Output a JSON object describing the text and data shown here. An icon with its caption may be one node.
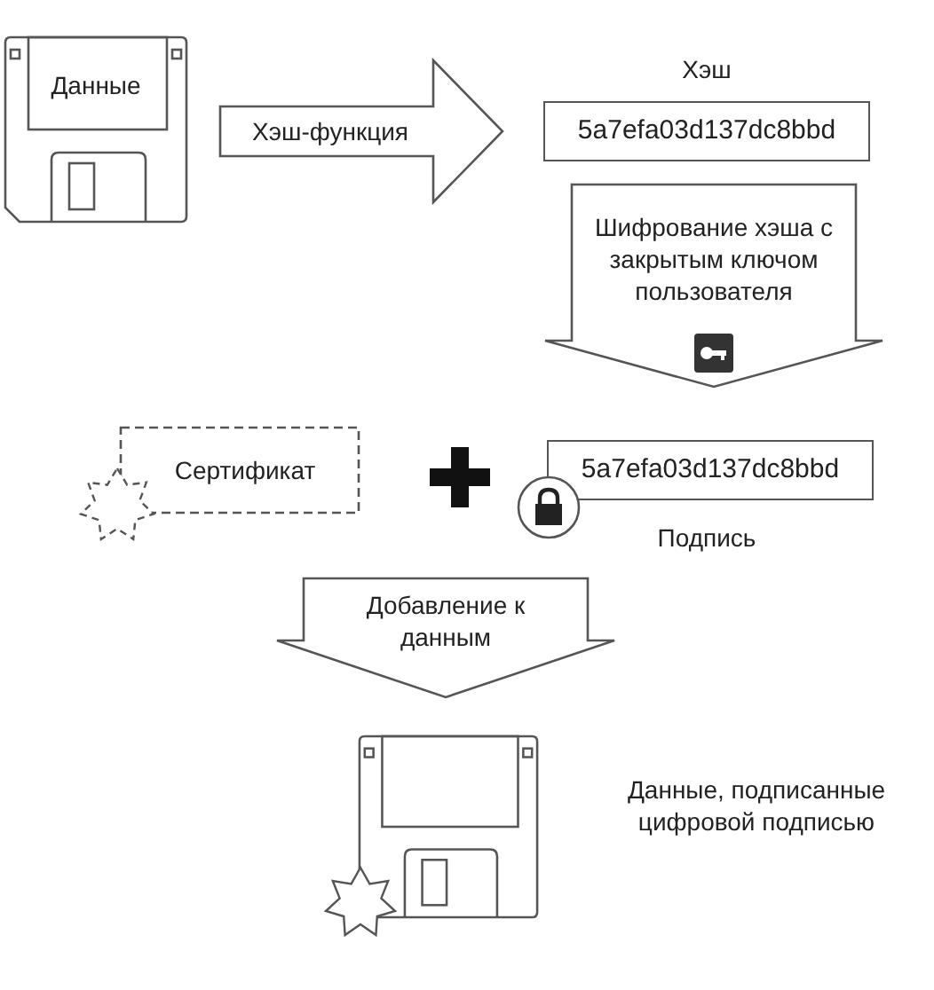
{
  "diagram": {
    "nodes": [
      {
        "text": [
          "Данные"
        ]
      },
      {
        "text": [
          "Хэш",
          "5a7efa03d137dc8bbd"
        ]
      },
      {
        "text": [
          "Сертификат"
        ]
      },
      {
        "text": [
          "5a7efa03d137dc8bbd",
          "Подпись"
        ]
      },
      {
        "text": [],
        "shape": "picture",
        "beside": [
          "Данные, подписанные цифровой подписью"
        ]
      }
    ],
    "edges": [
      {
        "from": 0,
        "to": 1,
        "arrow": "to",
        "label": "Хэш-функция"
      },
      {
        "from": 1,
        "to": 3,
        "arrow": "to",
        "label": "Шифрование хэша с закрытым ключом пользователя"
      },
      {
        "from": null,
        "to": 4,
        "arrow": "to",
        "label": "Добавление к данным"
      }
    ]
  }
}
